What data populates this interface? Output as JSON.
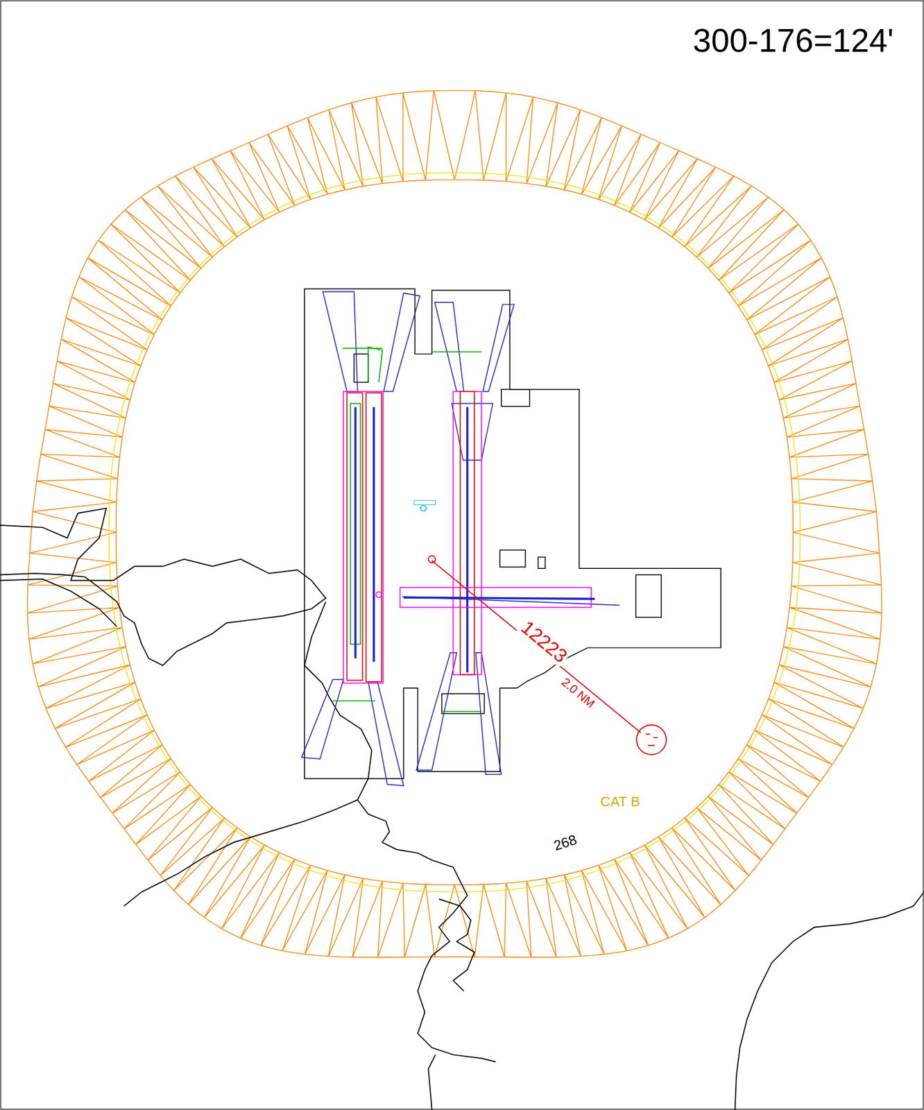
{
  "diagram": {
    "title": "300-176=124'",
    "labels": [
      "12223",
      "2.0 NM",
      "CAT B",
      "268"
    ]
  }
}
